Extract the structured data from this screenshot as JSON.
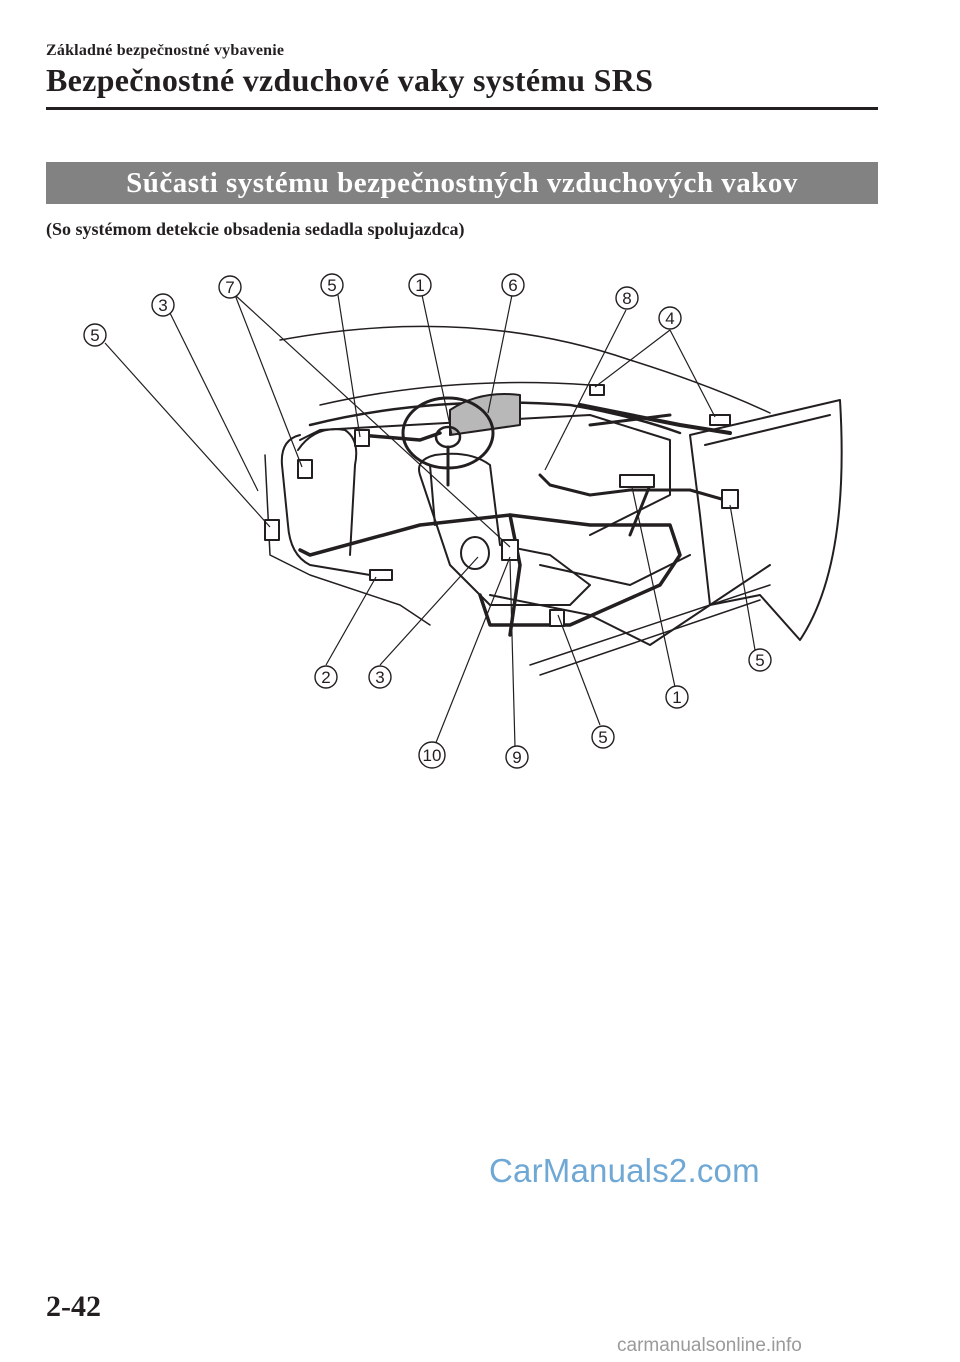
{
  "header": {
    "section_label": "Základné bezpečnostné vybavenie",
    "title": "Bezpečnostné vzduchové vaky systému SRS"
  },
  "banner": {
    "heading": "Súčasti systému bezpečnostných vzduchových vakov"
  },
  "subtitle": "(So systémom detekcie obsadenia sedadla spolujazdca)",
  "diagram": {
    "callouts": [
      {
        "id": "callout-5-left",
        "label": "5"
      },
      {
        "id": "callout-3-top",
        "label": "3"
      },
      {
        "id": "callout-7",
        "label": "7"
      },
      {
        "id": "callout-5-top",
        "label": "5"
      },
      {
        "id": "callout-1-top",
        "label": "1"
      },
      {
        "id": "callout-6",
        "label": "6"
      },
      {
        "id": "callout-8",
        "label": "8"
      },
      {
        "id": "callout-4",
        "label": "4"
      },
      {
        "id": "callout-2",
        "label": "2"
      },
      {
        "id": "callout-3-bottom",
        "label": "3"
      },
      {
        "id": "callout-10",
        "label": "10"
      },
      {
        "id": "callout-9",
        "label": "9"
      },
      {
        "id": "callout-5-bottom",
        "label": "5"
      },
      {
        "id": "callout-1-bottom",
        "label": "1"
      },
      {
        "id": "callout-5-right",
        "label": "5"
      }
    ]
  },
  "watermark": "CarManuals2.com",
  "footer": {
    "page_number": "2-42",
    "site": "carmanualsonline.info"
  }
}
